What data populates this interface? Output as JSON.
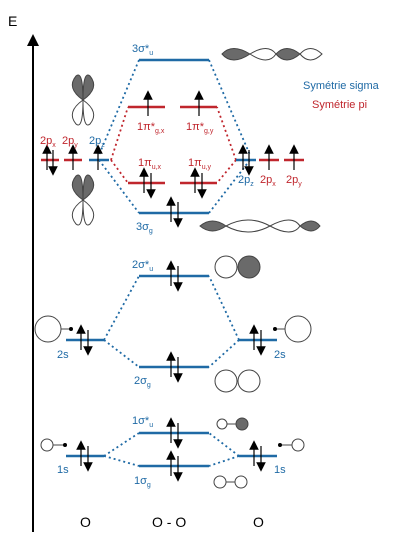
{
  "axis": {
    "label": "E"
  },
  "legend": {
    "sigma": "Symétrie sigma",
    "pi": "Symétrie pi",
    "sigma_color": "#1f6aa5",
    "pi_color": "#c0262d"
  },
  "columns": {
    "left": "O",
    "middle": "O - O",
    "right": "O"
  },
  "atomic": {
    "p2_x": "2p",
    "p2_x_sub": "x",
    "p2_y": "2p",
    "p2_y_sub": "y",
    "p2_z": "2p",
    "p2_z_sub": "z",
    "s2": "2s",
    "s1": "1s"
  },
  "molecular": {
    "sigma3_star": "3σ*",
    "sigma3_star_sub": "u",
    "pi1_star_x": "1π*",
    "pi1_star_x_sub": "g,x",
    "pi1_star_y": "1π*",
    "pi1_star_y_sub": "g,y",
    "pi1_x": "1π",
    "pi1_x_sub": "u,x",
    "pi1_y": "1π",
    "pi1_y_sub": "u,y",
    "sigma3": "3σ",
    "sigma3_sub": "g",
    "sigma2_star": "2σ*",
    "sigma2_star_sub": "u",
    "sigma2": "2σ",
    "sigma2_sub": "g",
    "sigma1_star": "1σ*",
    "sigma1_star_sub": "u",
    "sigma1": "1σ",
    "sigma1_sub": "g"
  }
}
